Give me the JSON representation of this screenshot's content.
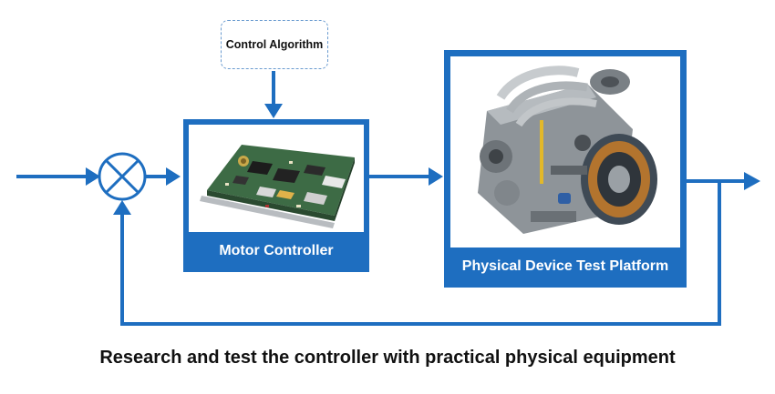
{
  "diagram": {
    "control_algorithm_label": "Control Algorithm",
    "motor_controller_label": "Motor Controller",
    "plant_label": "Physical Device Test Platform",
    "caption": "Research and test the controller with practical physical equipment",
    "colors": {
      "accent": "#1e6ec0",
      "dashed_border": "#6a9bd0",
      "text": "#111111"
    },
    "icons": [
      "summing-junction-icon",
      "circuit-board-image",
      "engine-image"
    ]
  }
}
